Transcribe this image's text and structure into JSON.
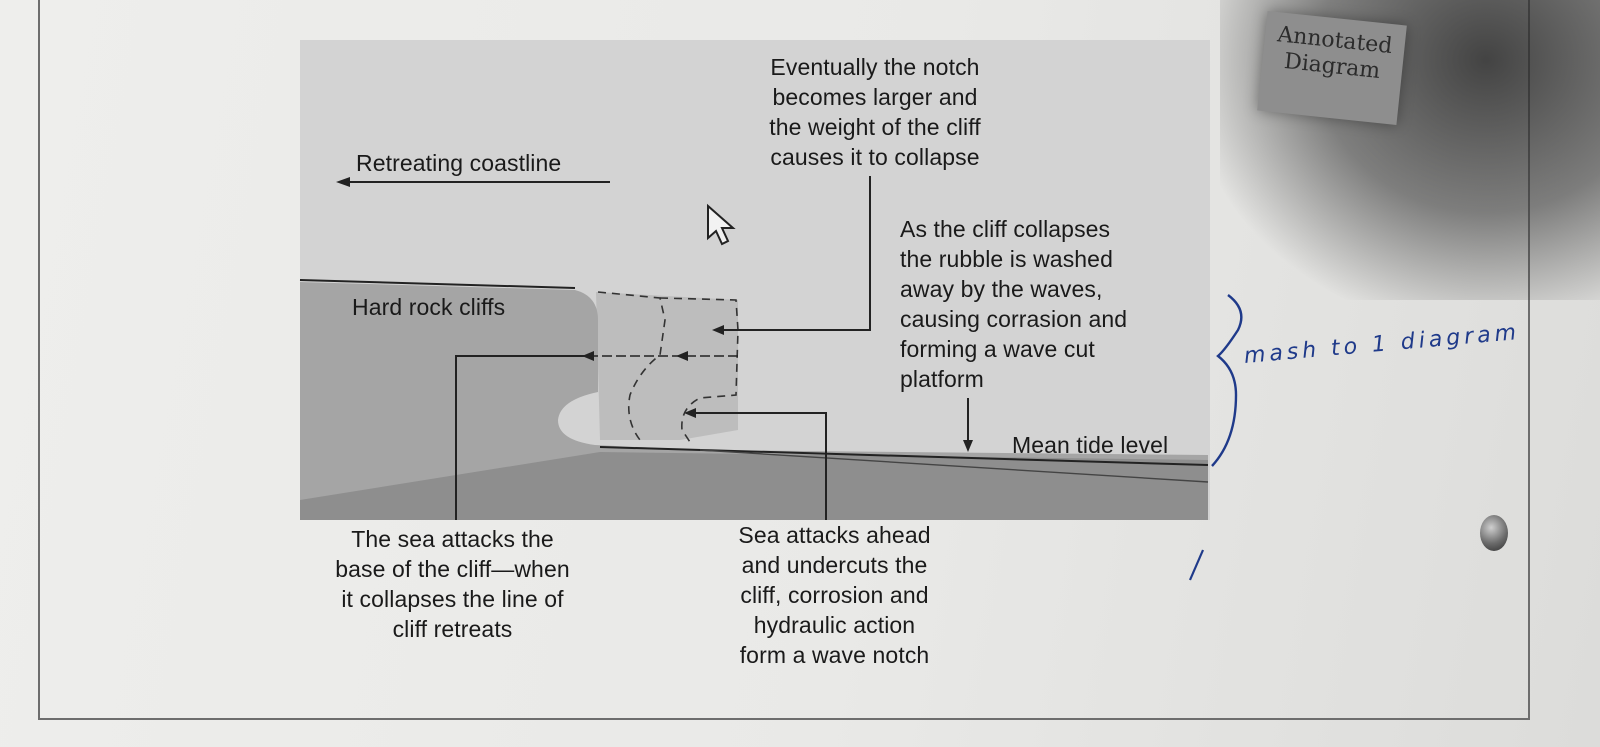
{
  "badge": {
    "line1": "Annotated",
    "line2": "Diagram"
  },
  "labels": {
    "retreating": "Retreating coastline",
    "notch_collapse": "Eventually the notch\nbecomes larger and\nthe weight of the cliff\ncauses it to collapse",
    "rubble": "As the cliff collapses\nthe rubble is washed\naway by the waves,\ncausing corrasion and\nforming a wave cut\nplatform",
    "hard_rock": "Hard rock cliffs",
    "mean_tide": "Mean tide level",
    "sea_attacks_base": "The sea attacks the\nbase of the cliff—when\nit collapses the line of\ncliff retreats",
    "sea_attacks_ahead": "Sea attacks ahead\nand undercuts the\ncliff, corrosion and\nhydraulic action\nform a wave notch"
  },
  "handwriting": {
    "note": "mash to 1 diagram"
  },
  "colors": {
    "sky": "#d2d2d2",
    "cliff": "#a3a3a3",
    "cliff_removed": "#bdbdbd",
    "platform": "#8f8f8f",
    "ink": "#1a1a1a",
    "pen": "#1f3a8a"
  }
}
